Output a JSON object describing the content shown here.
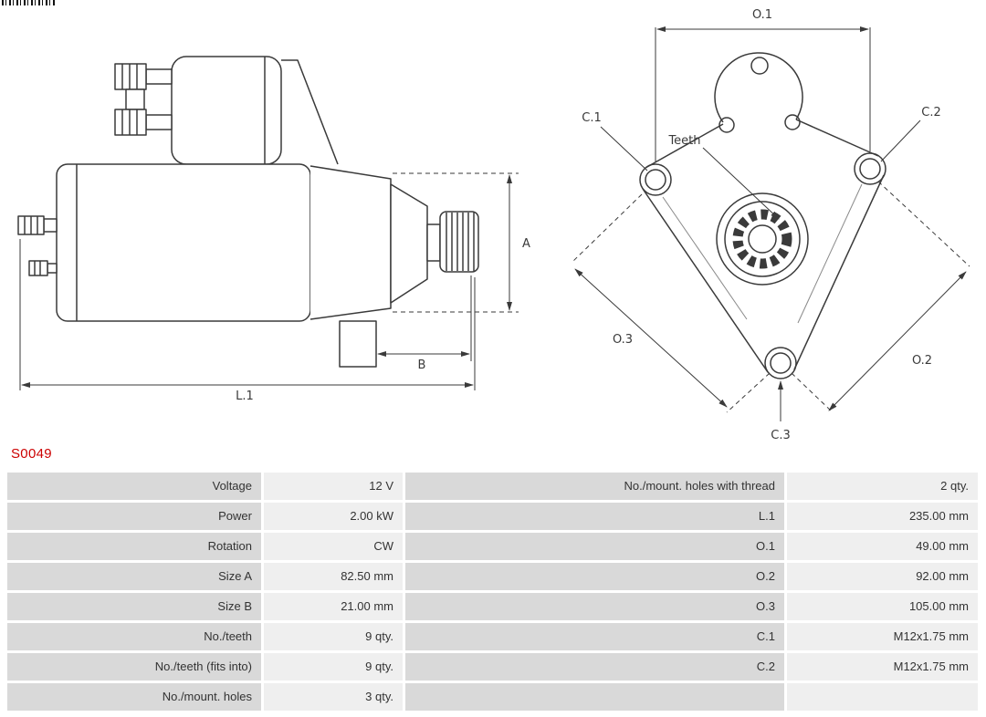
{
  "product_code": "S0049",
  "diagram": {
    "side_view": {
      "dim_a": "A",
      "dim_b": "B",
      "dim_l1": "L.1"
    },
    "front_view": {
      "dim_o1": "O.1",
      "dim_o2": "O.2",
      "dim_o3": "O.3",
      "hole_c1": "C.1",
      "hole_c2": "C.2",
      "hole_c3": "C.3",
      "teeth_label": "Teeth"
    }
  },
  "spec_table": {
    "rows": [
      {
        "left_label": "Voltage",
        "left_value": "12 V",
        "right_label": "No./mount. holes with thread",
        "right_value": "2 qty."
      },
      {
        "left_label": "Power",
        "left_value": "2.00 kW",
        "right_label": "L.1",
        "right_value": "235.00 mm"
      },
      {
        "left_label": "Rotation",
        "left_value": "CW",
        "right_label": "O.1",
        "right_value": "49.00 mm"
      },
      {
        "left_label": "Size A",
        "left_value": "82.50 mm",
        "right_label": "O.2",
        "right_value": "92.00 mm"
      },
      {
        "left_label": "Size B",
        "left_value": "21.00 mm",
        "right_label": "O.3",
        "right_value": "105.00 mm"
      },
      {
        "left_label": "No./teeth",
        "left_value": "9 qty.",
        "right_label": "C.1",
        "right_value": "M12x1.75 mm"
      },
      {
        "left_label": "No./teeth (fits into)",
        "left_value": "9 qty.",
        "right_label": "C.2",
        "right_value": "M12x1.75 mm"
      },
      {
        "left_label": "No./mount. holes",
        "left_value": "3 qty.",
        "right_label": "",
        "right_value": ""
      }
    ]
  },
  "colors": {
    "accent_red": "#cc0000",
    "label_cell_bg": "#d9d9d9",
    "value_cell_bg": "#efefef",
    "line_color": "#3a3a3a"
  }
}
